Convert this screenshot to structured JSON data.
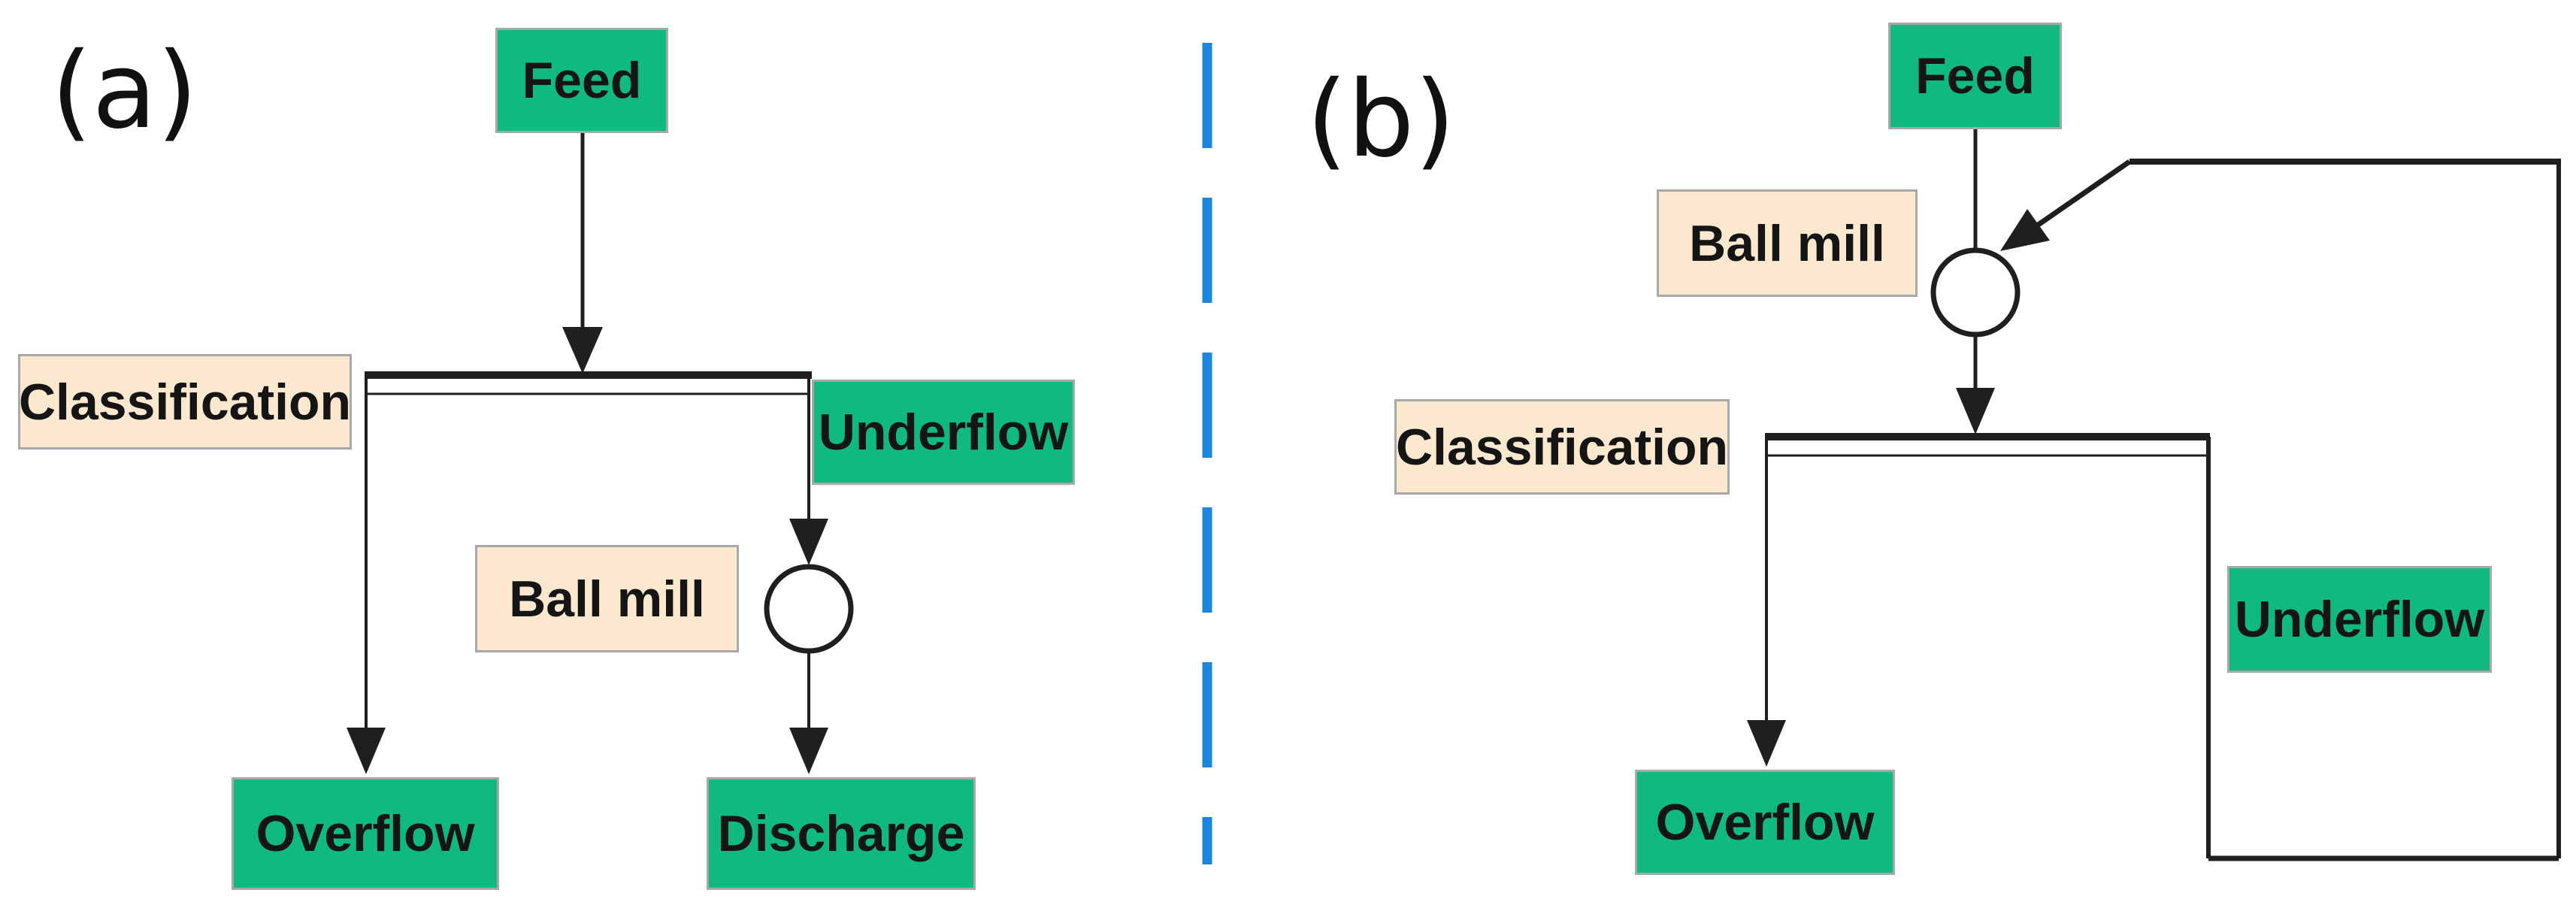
{
  "figure": {
    "panels": [
      {
        "tag": "(a)",
        "nodes": {
          "feed": "Feed",
          "classification": "Classification",
          "underflow": "Underflow",
          "ball_mill": "Ball mill",
          "overflow": "Overflow",
          "discharge": "Discharge"
        }
      },
      {
        "tag": "(b)",
        "nodes": {
          "feed": "Feed",
          "ball_mill": "Ball mill",
          "classification": "Classification",
          "underflow": "Underflow",
          "overflow": "Overflow"
        }
      }
    ]
  },
  "colors": {
    "stream_box_fill": "#10b981",
    "unit_box_fill": "#fbe8cf",
    "box_border": "#a8a8a8",
    "divider_blue": "#1a86de",
    "line_black": "#1f1f1f",
    "text": "#151515",
    "background": "#ffffff"
  }
}
